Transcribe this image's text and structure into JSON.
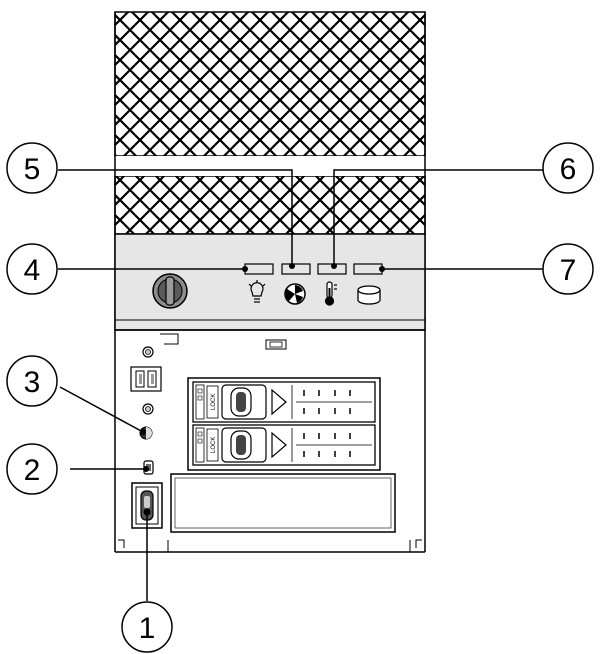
{
  "callouts": [
    {
      "label": "1"
    },
    {
      "label": "2"
    },
    {
      "label": "3"
    },
    {
      "label": "4"
    },
    {
      "label": "5"
    },
    {
      "label": "6"
    },
    {
      "label": "7"
    }
  ],
  "drive_bays": [
    {
      "lock_label": "LOCK"
    },
    {
      "lock_label": "LOCK"
    }
  ],
  "icons": {
    "power": "lightbulb-icon",
    "fan": "fan-icon",
    "temperature": "thermometer-icon",
    "drive": "disk-icon",
    "key": "key-lock-icon"
  },
  "colors": {
    "stroke": "#000000",
    "panel": "#e6e6e6",
    "background": "#ffffff"
  }
}
